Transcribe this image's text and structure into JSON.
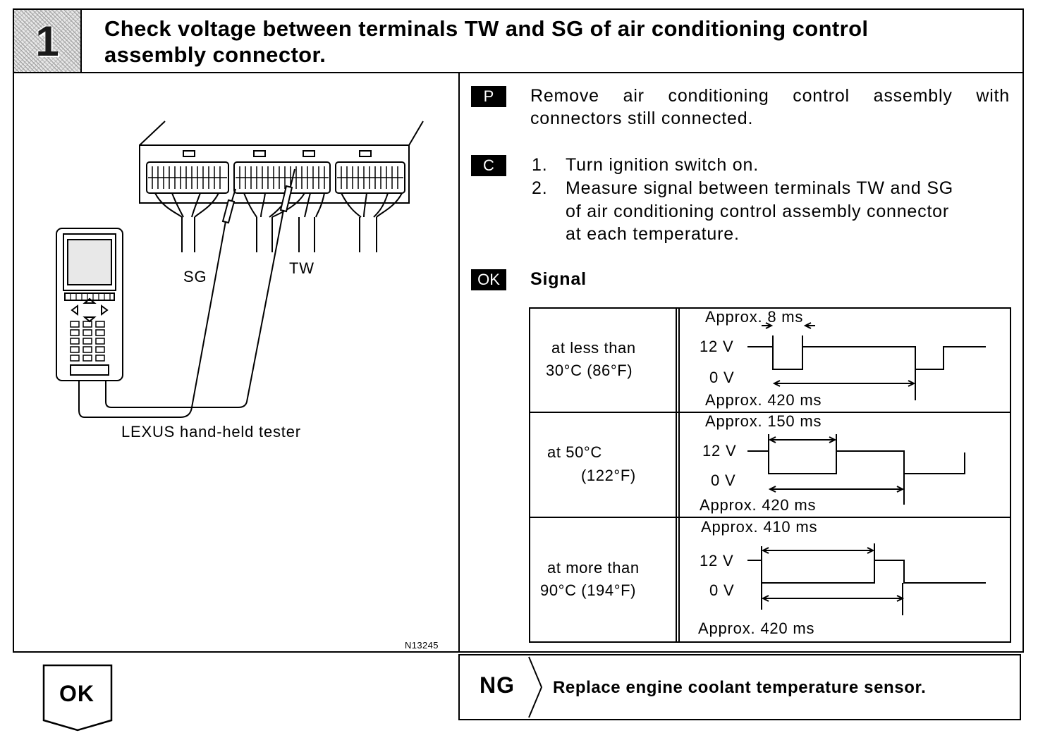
{
  "step": {
    "number": "1",
    "title_line1": "Check voltage between terminals TW and SG of air conditioning control",
    "title_line2": "assembly connector."
  },
  "illustration": {
    "label_sg": "SG",
    "label_tw": "TW",
    "tester_label": "LEXUS hand-held tester",
    "figure_code": "N13245"
  },
  "instructions": {
    "p_badge": "P",
    "p_line1": "Remove air conditioning control assembly with",
    "p_line2": "connectors still connected.",
    "c_badge": "C",
    "c_steps": [
      {
        "num": "1.",
        "text": "Turn ignition switch on."
      },
      {
        "num": "2.",
        "text": "Measure signal between terminals TW and SG"
      }
    ],
    "c_step2_line2": "of air conditioning control assembly connector",
    "c_step2_line3": "at each temperature.",
    "ok_badge": "OK",
    "signal_label": "Signal"
  },
  "signal_table": {
    "rows": [
      {
        "condition_line1": "at less than",
        "condition_line2": "30°C (86°F)",
        "top_label": "Approx. 8 ms",
        "bottom_label": "Approx. 420 ms",
        "high_label": "12 V",
        "low_label": "0 V"
      },
      {
        "condition_line1": "at 50°C",
        "condition_line2": "(122°F)",
        "top_label": "Approx. 150 ms",
        "bottom_label": "Approx. 420 ms",
        "high_label": "12 V",
        "low_label": "0 V"
      },
      {
        "condition_line1": "at more than",
        "condition_line2": "90°C (194°F)",
        "top_label": "Approx. 410 ms",
        "bottom_label": "Approx. 420 ms",
        "high_label": "12 V",
        "low_label": "0 V"
      }
    ]
  },
  "result_ok": {
    "label": "OK"
  },
  "result_ng": {
    "label": "NG",
    "action": "Replace engine coolant temperature sensor."
  }
}
